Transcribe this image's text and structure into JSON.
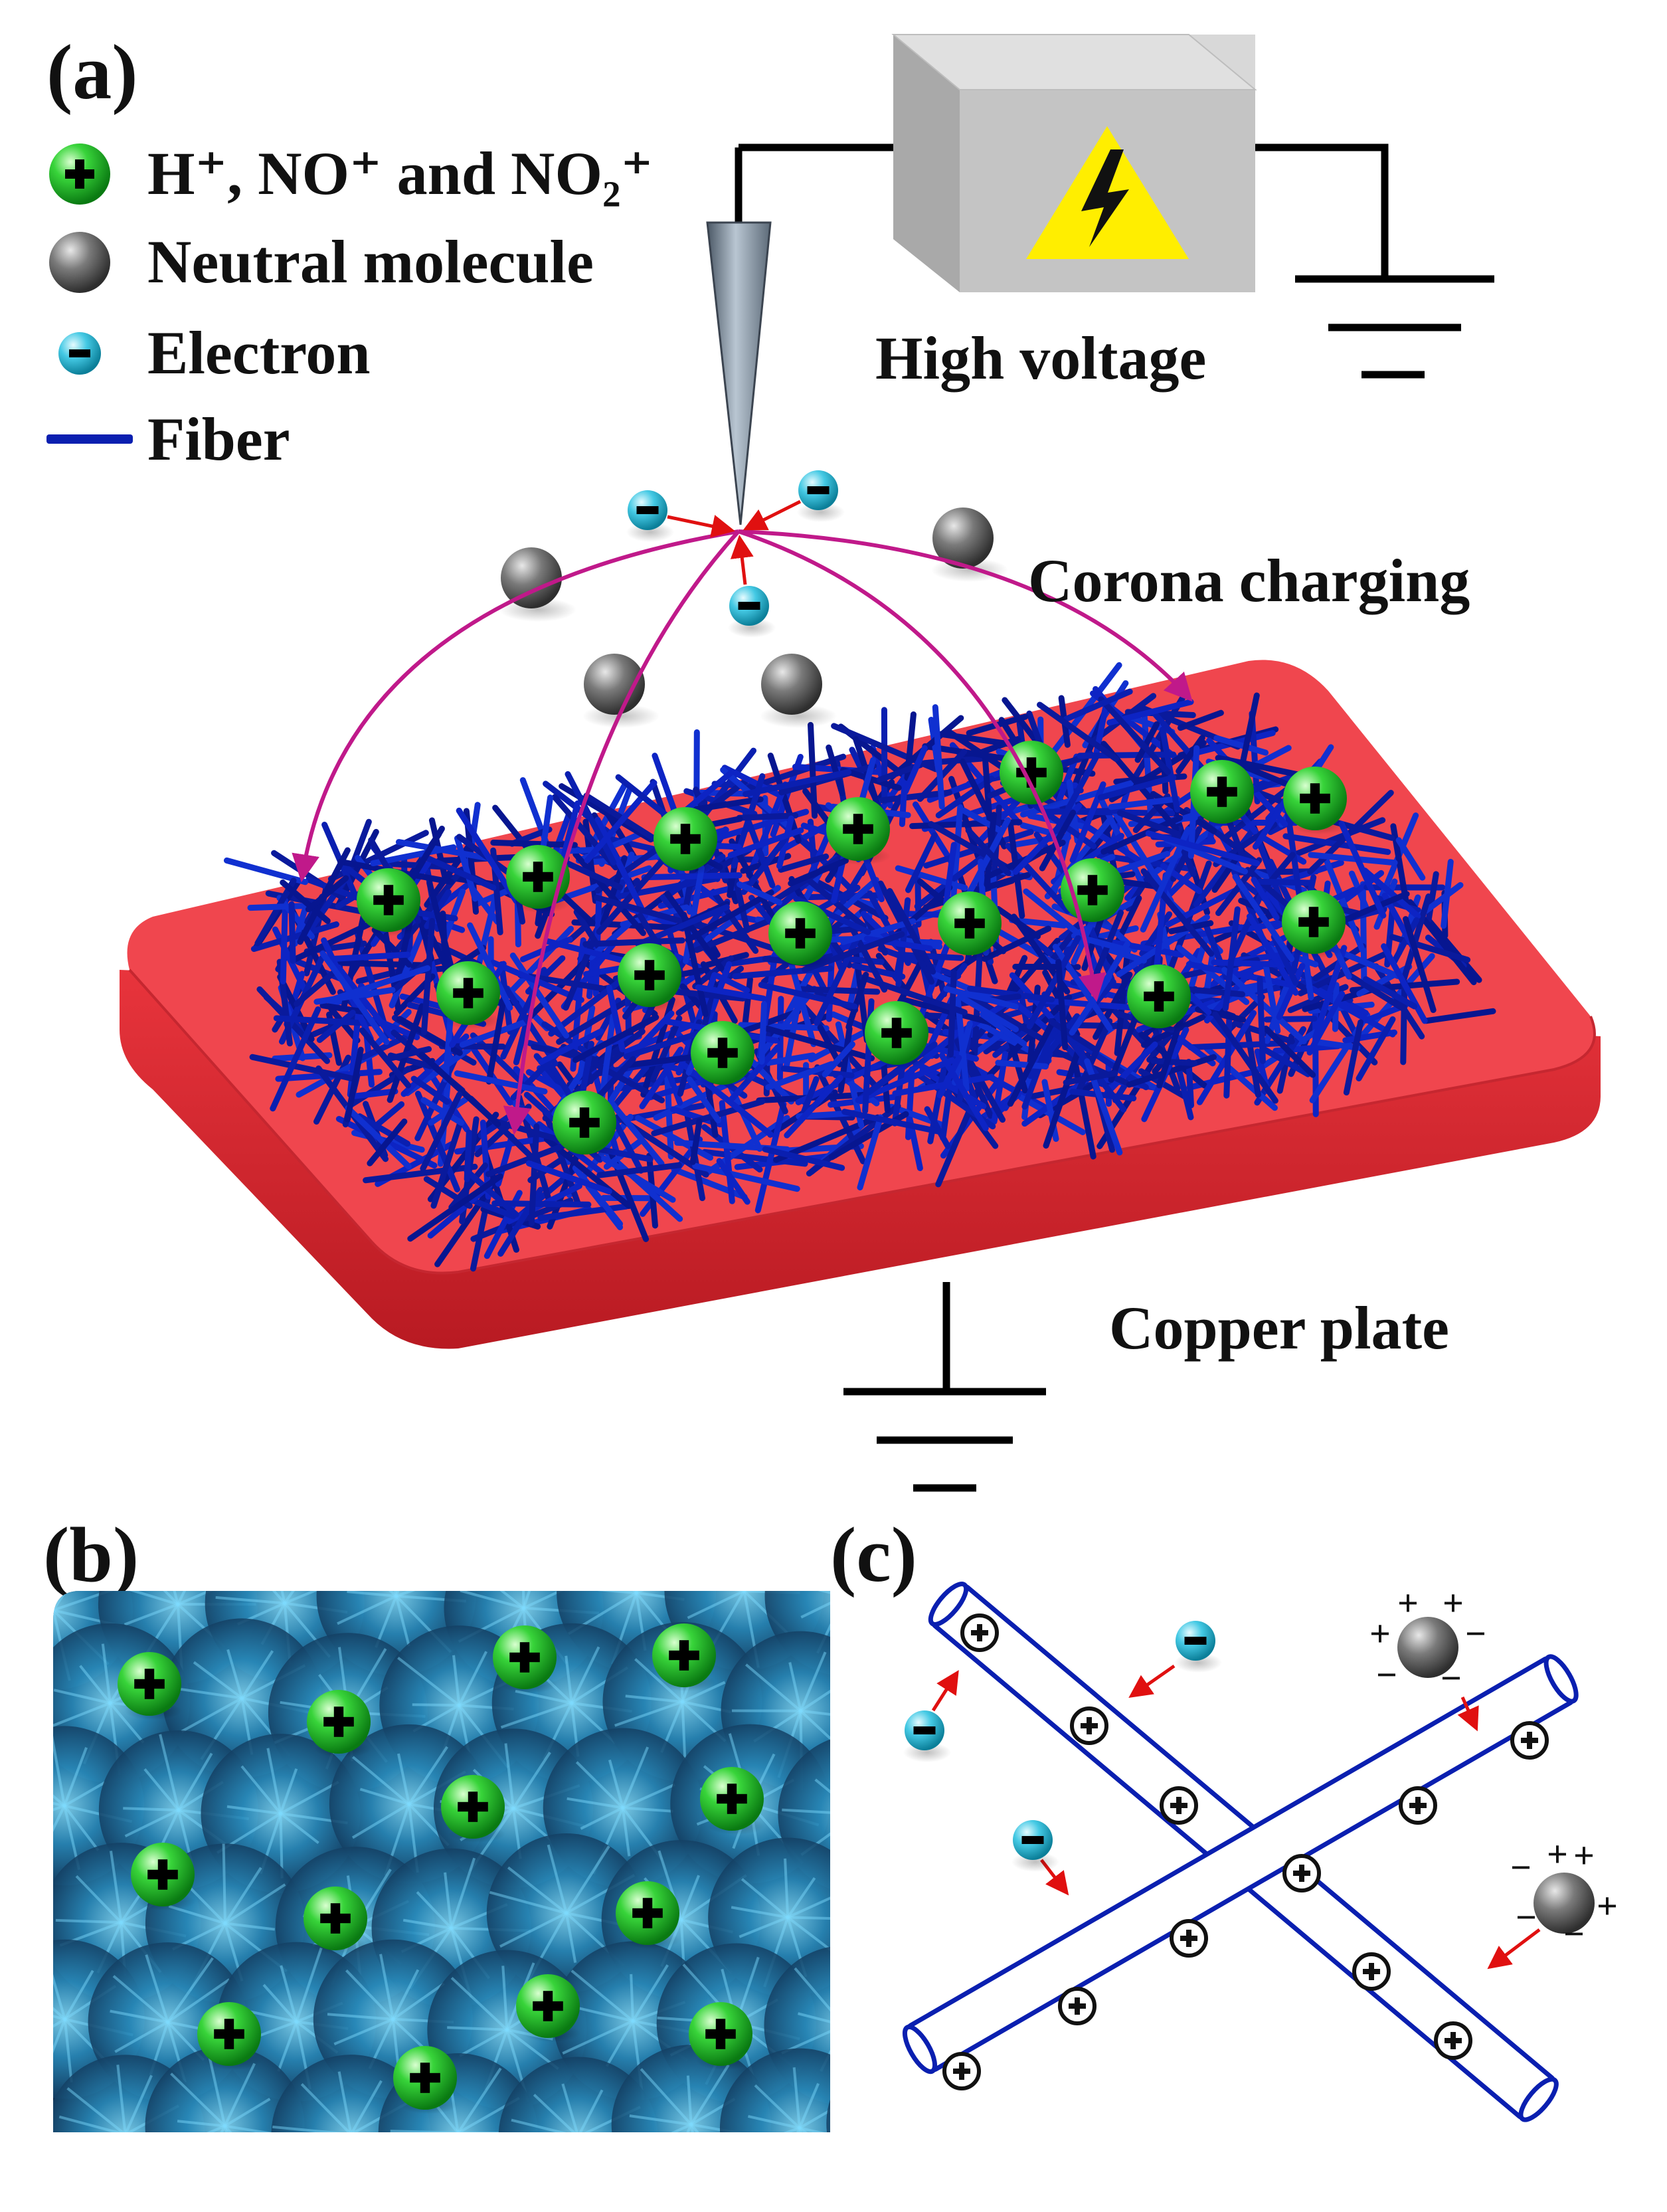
{
  "panels": {
    "a": "(a)",
    "b": "(b)",
    "c": "(c)"
  },
  "legend": [
    {
      "icon": "positive-ion-icon",
      "label": "H⁺, NO⁺ and NO₂⁺"
    },
    {
      "icon": "neutral-molecule-icon",
      "label": "Neutral molecule"
    },
    {
      "icon": "electron-icon",
      "label": "Electron"
    },
    {
      "icon": "fiber-line-icon",
      "label": "Fiber"
    }
  ],
  "labels": {
    "high_voltage": "High voltage",
    "corona_charging": "Corona charging",
    "copper_plate": "Copper plate"
  },
  "symbols": {
    "plus": "+",
    "minus": "−"
  },
  "colors": {
    "ion_green": "#1fc21f",
    "electron_cyan": "#3ec6e0",
    "fiber_blue": "#0a1fb0",
    "copper_red": "#f0464e",
    "arrow_magenta": "#c0198a",
    "arrow_red": "#e01010",
    "warning_yellow": "#ffee00"
  }
}
